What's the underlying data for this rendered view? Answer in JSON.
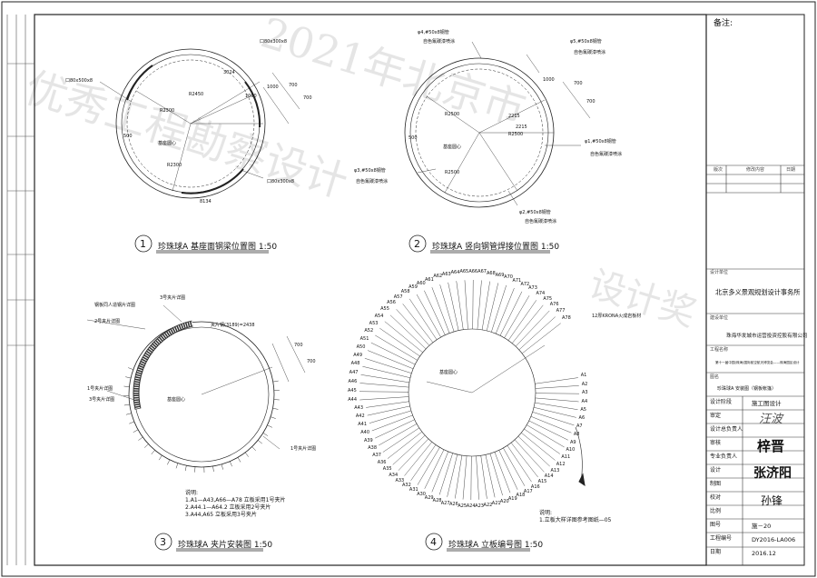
{
  "watermark": {
    "line1": "优秀工程勘察设计",
    "line2": "2021年北京市",
    "line3": "设计奖"
  },
  "title_block": {
    "remarks_label": "备注:",
    "remarks_sub": "",
    "revision_headers": [
      "版次",
      "修改内容",
      "日期"
    ],
    "design_unit_label": "设计单位",
    "design_unit": "北京多义景观规划设计事务所",
    "client_label": "建设单位",
    "client": "珠海华发城市运营投资控股有限公司",
    "project_label": "工程名称",
    "project": "第十一届中国(珠海)国际航空航天博览会——珠海园区设计",
    "drawing_label": "图名",
    "drawing": "珍珠球A 安装图（钢板帐篷）",
    "rows": [
      {
        "label": "设计阶段",
        "value": "施工图设计"
      },
      {
        "label": "审定",
        "value": ""
      },
      {
        "label": "设计总负责人",
        "value": ""
      },
      {
        "label": "审核",
        "value": ""
      },
      {
        "label": "专业负责人",
        "value": ""
      },
      {
        "label": "设计",
        "value": ""
      },
      {
        "label": "制图",
        "value": ""
      },
      {
        "label": "校对",
        "value": ""
      },
      {
        "label": "比例",
        "value": ""
      },
      {
        "label": "图号",
        "value": "施－20"
      },
      {
        "label": "工程编号",
        "value": "DY2016-LA006"
      },
      {
        "label": "日期",
        "value": "2016.12"
      }
    ],
    "signatures": [
      "汪波",
      "梓晋",
      "张济阳",
      "孙锋"
    ]
  },
  "views": [
    {
      "num": "1",
      "caption": "珍珠球A 基座面钢梁位置图 1:50"
    },
    {
      "num": "2",
      "caption": "珍珠球A 竖向钢管焊接位置图 1:50"
    },
    {
      "num": "3",
      "caption": "珍珠球A 夹片安装图 1:50"
    },
    {
      "num": "4",
      "caption": "珍珠球A 立板编号图 1:50"
    }
  ],
  "view1": {
    "labels": [
      "口80x300x8",
      "口80x500x8",
      "口80x300x8",
      "R2450",
      "R2300",
      "R2300",
      "1000",
      "700",
      "700",
      "500",
      "基座圆心",
      "3024",
      "1000",
      "8134"
    ]
  },
  "view2": {
    "labels": [
      "φ4,#50x8钢管",
      "自色氟碳漆喷涂",
      "φ5,#50x8钢管",
      "自色氟碳漆喷涂",
      "φ1,#50x8钢管",
      "自色氟碳漆喷涂",
      "φ3,#50x8钢管",
      "自色氟碳漆喷涂",
      "φ2,#50x8钢管",
      "自色氟碳漆喷涂",
      "R2500",
      "R2500",
      "R2500",
      "1000",
      "700",
      "700",
      "500",
      "基座圆心",
      "2215",
      "2215"
    ]
  },
  "view3": {
    "labels": [
      "钢板同人造钢片详图",
      "2号夹片详图",
      "3号夹片详图",
      "1号夹片详图",
      "3号夹片详图",
      "1号夹片详图",
      "基座圆心",
      "700",
      "700",
      "夹片钢(3189)=2438"
    ],
    "notes_title": "说明:",
    "notes": [
      "1.A1—A43,A66—A78 立板采用1号夹片",
      "2.A44.1—A64.2 立板采用2号夹片",
      "3.A44,A65 立板采用3号夹片"
    ]
  },
  "view4": {
    "label_center": "基座圆心",
    "leader": "12厚KRONA火成岩板材",
    "notes_title": "说明:",
    "notes": [
      "1.立板大样详图参考图纸—05"
    ],
    "right_labels": [
      "A1",
      "A2",
      "A3",
      "A4",
      "A5",
      "A6",
      "A7",
      "A8",
      "A9",
      "A10",
      "A11",
      "A12",
      "A13"
    ],
    "bottom_labels": [
      "A14",
      "A15",
      "A16",
      "A17",
      "A18",
      "A19",
      "A20",
      "A21",
      "A22",
      "A23",
      "A24",
      "A25",
      "A26",
      "A27",
      "A28",
      "A29",
      "A30",
      "A31",
      "A32",
      "A33",
      "A34",
      "A35",
      "A36",
      "A37",
      "A38",
      "A39",
      "A40",
      "A41",
      "A42",
      "A43"
    ],
    "top_labels": [
      "A44",
      "A45",
      "A46",
      "A47",
      "A48",
      "A49",
      "A50",
      "A51",
      "A52",
      "A53",
      "A54",
      "A55",
      "A56",
      "A57",
      "A58",
      "A59",
      "A60",
      "A61",
      "A62",
      "A63",
      "A64",
      "A65",
      "A66",
      "A67",
      "A68",
      "A69",
      "A70",
      "A71",
      "A72",
      "A73",
      "A74",
      "A75",
      "A76",
      "A77",
      "A78"
    ]
  }
}
